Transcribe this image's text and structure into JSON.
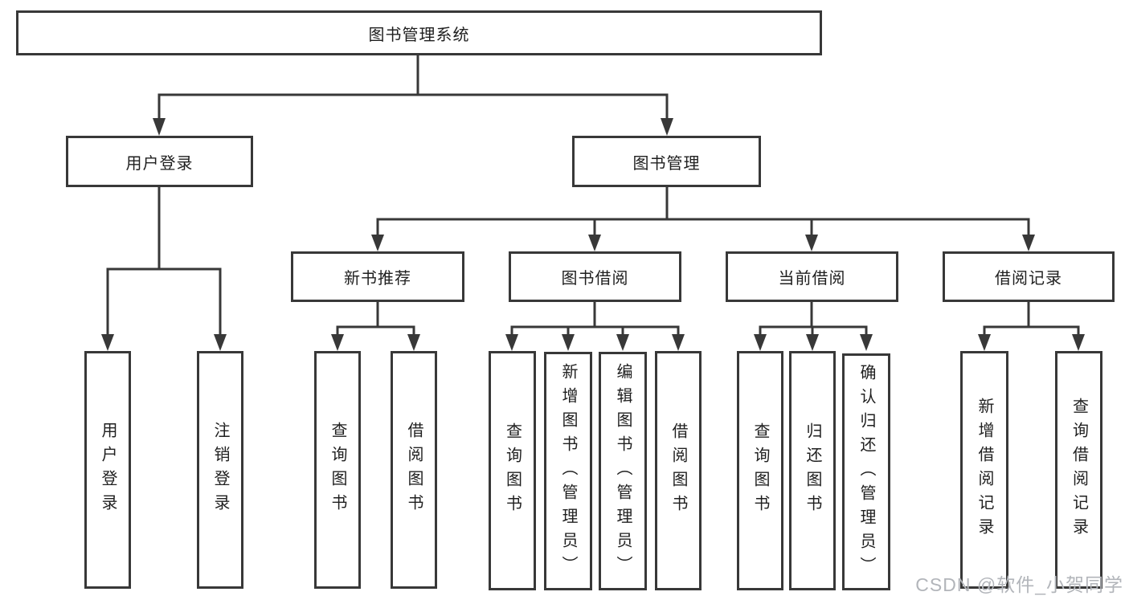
{
  "colors": {
    "line": "#383838",
    "text": "#1f1f1f",
    "watermark": "#b2b5ba",
    "background": "#ffffff"
  },
  "tree": {
    "root": {
      "label": "图书管理系统",
      "children": [
        {
          "label": "用户登录",
          "children": [
            {
              "label": "用户登录"
            },
            {
              "label": "注销登录"
            }
          ]
        },
        {
          "label": "图书管理",
          "children": [
            {
              "label": "新书推荐",
              "children": [
                {
                  "label": "查询图书"
                },
                {
                  "label": "借阅图书"
                }
              ]
            },
            {
              "label": "图书借阅",
              "children": [
                {
                  "label": "查询图书"
                },
                {
                  "label": "新增图书（管理员）"
                },
                {
                  "label": "编辑图书（管理员）"
                },
                {
                  "label": "借阅图书"
                }
              ]
            },
            {
              "label": "当前借阅",
              "children": [
                {
                  "label": "查询图书"
                },
                {
                  "label": "归还图书"
                },
                {
                  "label": "确认归还（管理员）"
                }
              ]
            },
            {
              "label": "借阅记录",
              "children": [
                {
                  "label": "新增借阅记录"
                },
                {
                  "label": "查询借阅记录"
                }
              ]
            }
          ]
        }
      ]
    }
  },
  "watermark": {
    "text": "CSDN @软件_小贺同学"
  }
}
